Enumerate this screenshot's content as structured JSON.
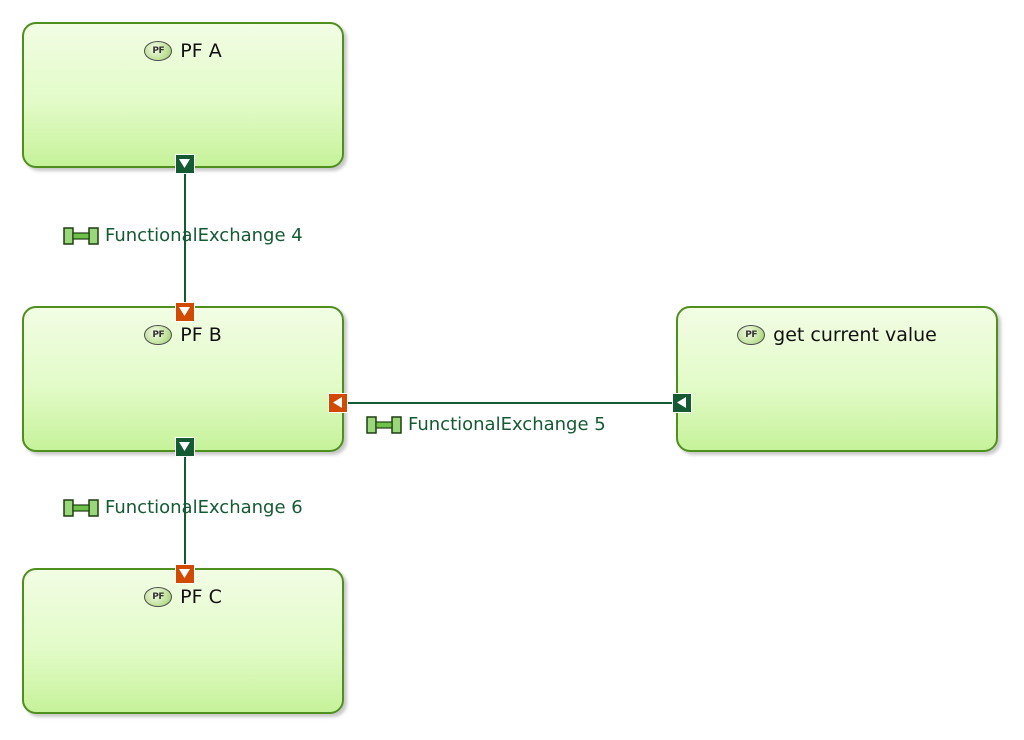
{
  "functions": {
    "pf_a": {
      "icon": "PF",
      "label": "PF A"
    },
    "pf_b": {
      "icon": "PF",
      "label": "PF B"
    },
    "pf_c": {
      "icon": "PF",
      "label": "PF C"
    },
    "get_current_value": {
      "icon": "PF",
      "label": "get current value"
    }
  },
  "exchanges": {
    "fe4": {
      "label": "FunctionalExchange 4"
    },
    "fe5": {
      "label": "FunctionalExchange 5"
    },
    "fe6": {
      "label": "FunctionalExchange 6"
    }
  },
  "colors": {
    "function_border": "#4f8f1e",
    "function_fill": "#e2fbc8",
    "out_port": "#145a32",
    "in_port": "#d04a02",
    "exchange": "#145a32"
  },
  "icons": {
    "function": "physical-function-icon",
    "exchange": "functional-exchange-icon",
    "out_port": "output-port-icon",
    "in_port": "input-port-icon"
  }
}
